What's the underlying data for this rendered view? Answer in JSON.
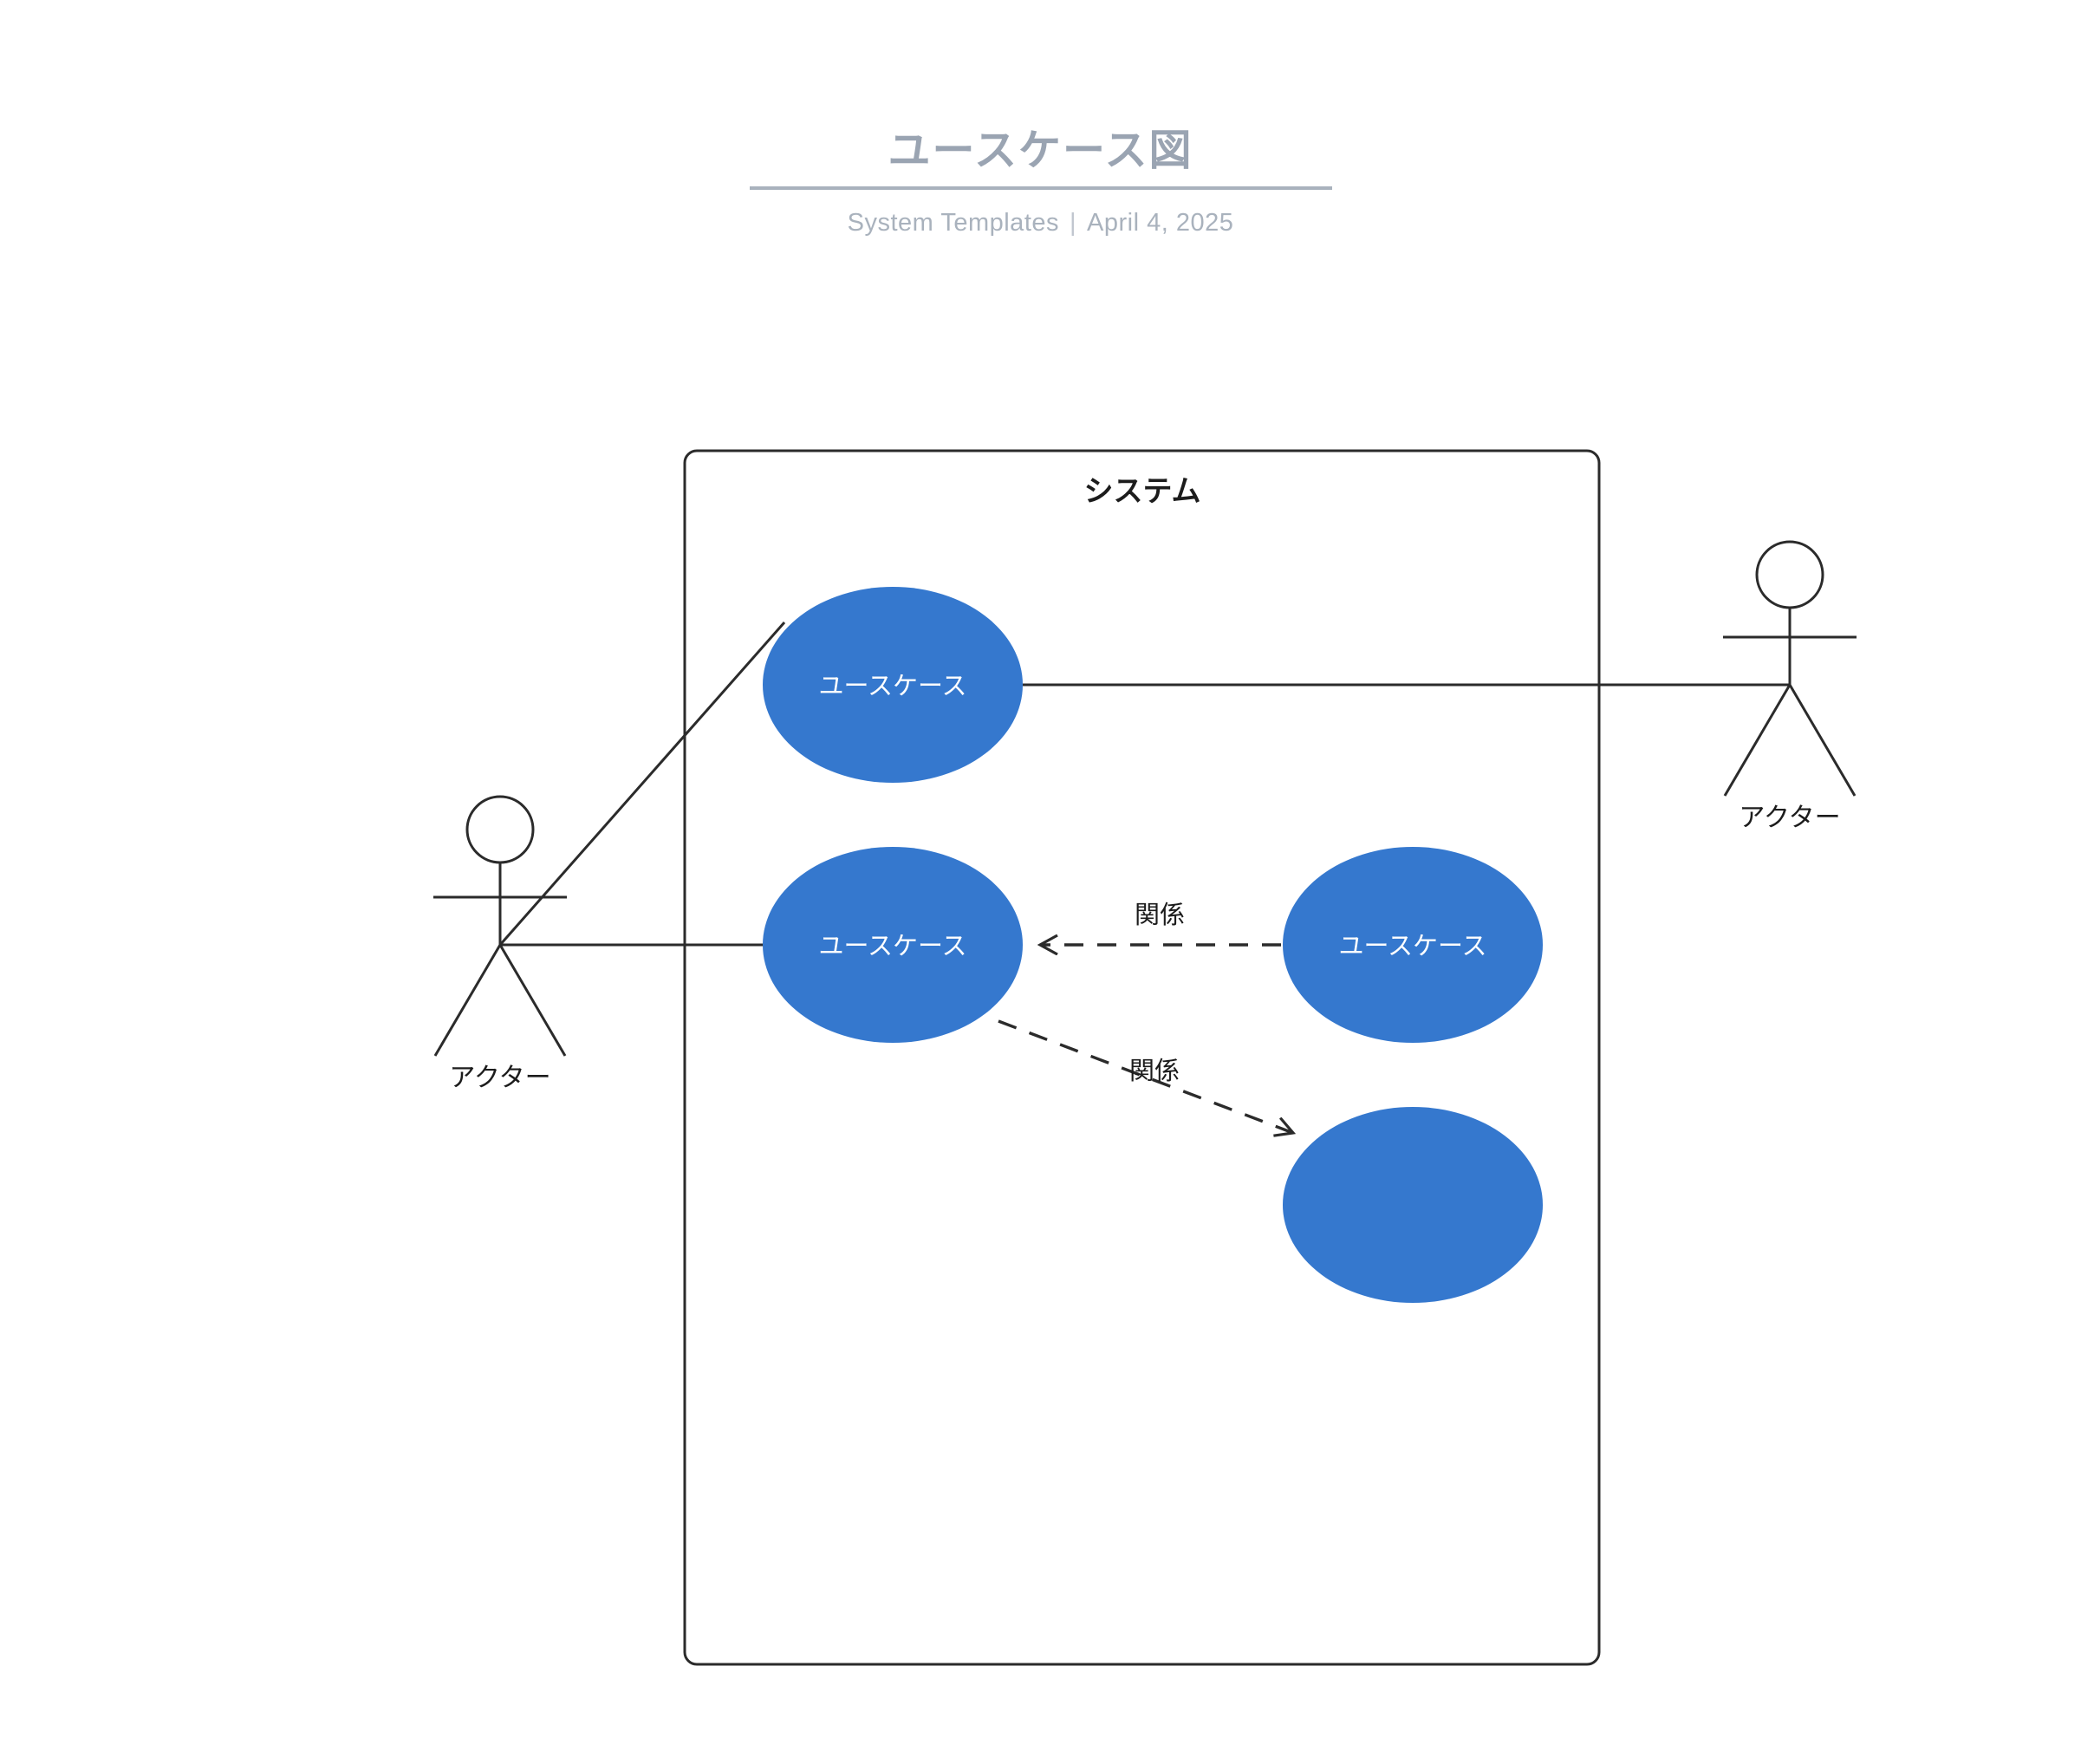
{
  "header": {
    "title": "ユースケース図",
    "subtitle_left": "System Templates",
    "subtitle_separator": "|",
    "subtitle_right": "April 4, 2025"
  },
  "diagram": {
    "system_boundary": {
      "label": "システム",
      "border_color": "#2b2b2b",
      "fill": "#ffffff"
    },
    "colors": {
      "usecase_fill": "#3578CE",
      "usecase_text": "#ffffff",
      "stroke": "#2b2b2b",
      "title_gray": "#9aa4b2"
    },
    "use_cases": [
      {
        "id": "uc-top-left",
        "label": "ユースケース"
      },
      {
        "id": "uc-mid-left",
        "label": "ユースケース"
      },
      {
        "id": "uc-mid-right",
        "label": "ユースケース"
      },
      {
        "id": "uc-bottom-right",
        "label": ""
      }
    ],
    "actors": [
      {
        "id": "actor-left",
        "label": "アクター"
      },
      {
        "id": "actor-right",
        "label": "アクター"
      }
    ],
    "relationships": [
      {
        "id": "rel-mid",
        "label": "関係",
        "style": "dashed",
        "direction": "right-to-left"
      },
      {
        "id": "rel-lower",
        "label": "関係",
        "style": "dashed",
        "direction": "down-right"
      }
    ],
    "associations": [
      {
        "id": "assoc-left-actor-to-top-uc",
        "style": "solid"
      },
      {
        "id": "assoc-left-actor-to-mid-uc",
        "style": "solid"
      },
      {
        "id": "assoc-top-uc-to-right-actor",
        "style": "solid"
      }
    ]
  }
}
